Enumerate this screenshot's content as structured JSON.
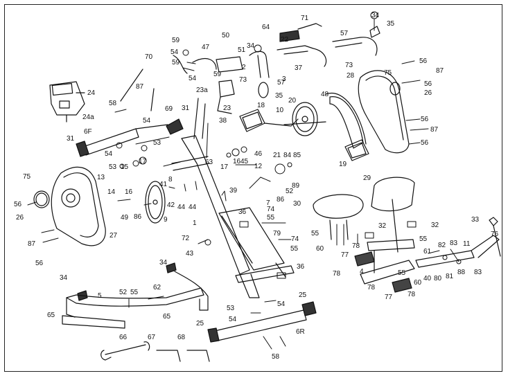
{
  "diagram": {
    "labels": {
      "n1": "1",
      "n2": "2",
      "n3": "3",
      "n4": "4",
      "n5": "5",
      "n6f": "6F",
      "n6r": "6R",
      "n7": "7",
      "n8": "8",
      "n9": "9",
      "n10": "10",
      "n11": "11",
      "n12": "12",
      "n13": "13",
      "n14": "14",
      "n15": "15",
      "n16a": "16",
      "n16b": "16",
      "n17a": "17",
      "n17b": "17",
      "n18": "18",
      "n19": "19",
      "n20": "20",
      "n21": "21",
      "n22": "22",
      "n23": "23",
      "n23a": "23a",
      "n24": "24",
      "n24a": "24a",
      "n25a": "25",
      "n25b": "25",
      "n26a": "26",
      "n26b": "26",
      "n27": "27",
      "n28": "28",
      "n29": "29",
      "n30": "30",
      "n31a": "31",
      "n31b": "31",
      "n32a": "32",
      "n32b": "32",
      "n33": "33",
      "n34a": "34",
      "n34b": "34",
      "n34c": "34",
      "n34d": "34",
      "n35a": "35",
      "n35b": "35",
      "n36a": "36",
      "n36b": "36",
      "n37": "37",
      "n38": "38",
      "n39": "39",
      "n40": "40",
      "n41": "41",
      "n42": "42",
      "n43": "43",
      "n44a": "44",
      "n44b": "44",
      "n45": "45",
      "n46": "46",
      "n47": "47",
      "n48": "48",
      "n49": "49",
      "n50": "50",
      "n51": "51",
      "n52a": "52",
      "n52b": "52",
      "n53a": "53",
      "n53b": "53",
      "n53c": "53",
      "n54a": "54",
      "n54b": "54",
      "n54c": "54",
      "n54d": "54",
      "n54e": "54",
      "n54f": "54",
      "n55a": "55",
      "n55b": "55",
      "n55c": "55",
      "n55d": "55",
      "n55e": "55",
      "n55f": "55",
      "n56a": "56",
      "n56b": "56",
      "n56c": "56",
      "n56d": "56",
      "n56e": "56",
      "n56f": "56",
      "n57a": "57",
      "n57b": "57",
      "n58a": "58",
      "n58b": "58",
      "n59a": "59",
      "n59b": "59",
      "n59c": "59",
      "n60a": "60",
      "n60b": "60",
      "n61": "61",
      "n62": "62",
      "n63": "63",
      "n64": "64",
      "n65a": "65",
      "n65b": "65",
      "n66": "66",
      "n67": "67",
      "n68": "68",
      "n69": "69",
      "n70": "70",
      "n71": "71",
      "n72": "72",
      "n73a": "73",
      "n73b": "73",
      "n74a": "74",
      "n74b": "74",
      "n75a": "75",
      "n75b": "75",
      "n76": "76",
      "n77a": "77",
      "n77b": "77",
      "n78a": "78",
      "n78b": "78",
      "n78c": "78",
      "n78d": "78",
      "n79": "79",
      "n80": "80",
      "n81": "81",
      "n82": "82",
      "n83a": "83",
      "n83b": "83",
      "n84": "84",
      "n85": "85",
      "n86a": "86",
      "n86b": "86",
      "n87a": "87",
      "n87b": "87",
      "n87c": "87",
      "n87d": "87",
      "n88": "88",
      "n89": "89"
    }
  }
}
